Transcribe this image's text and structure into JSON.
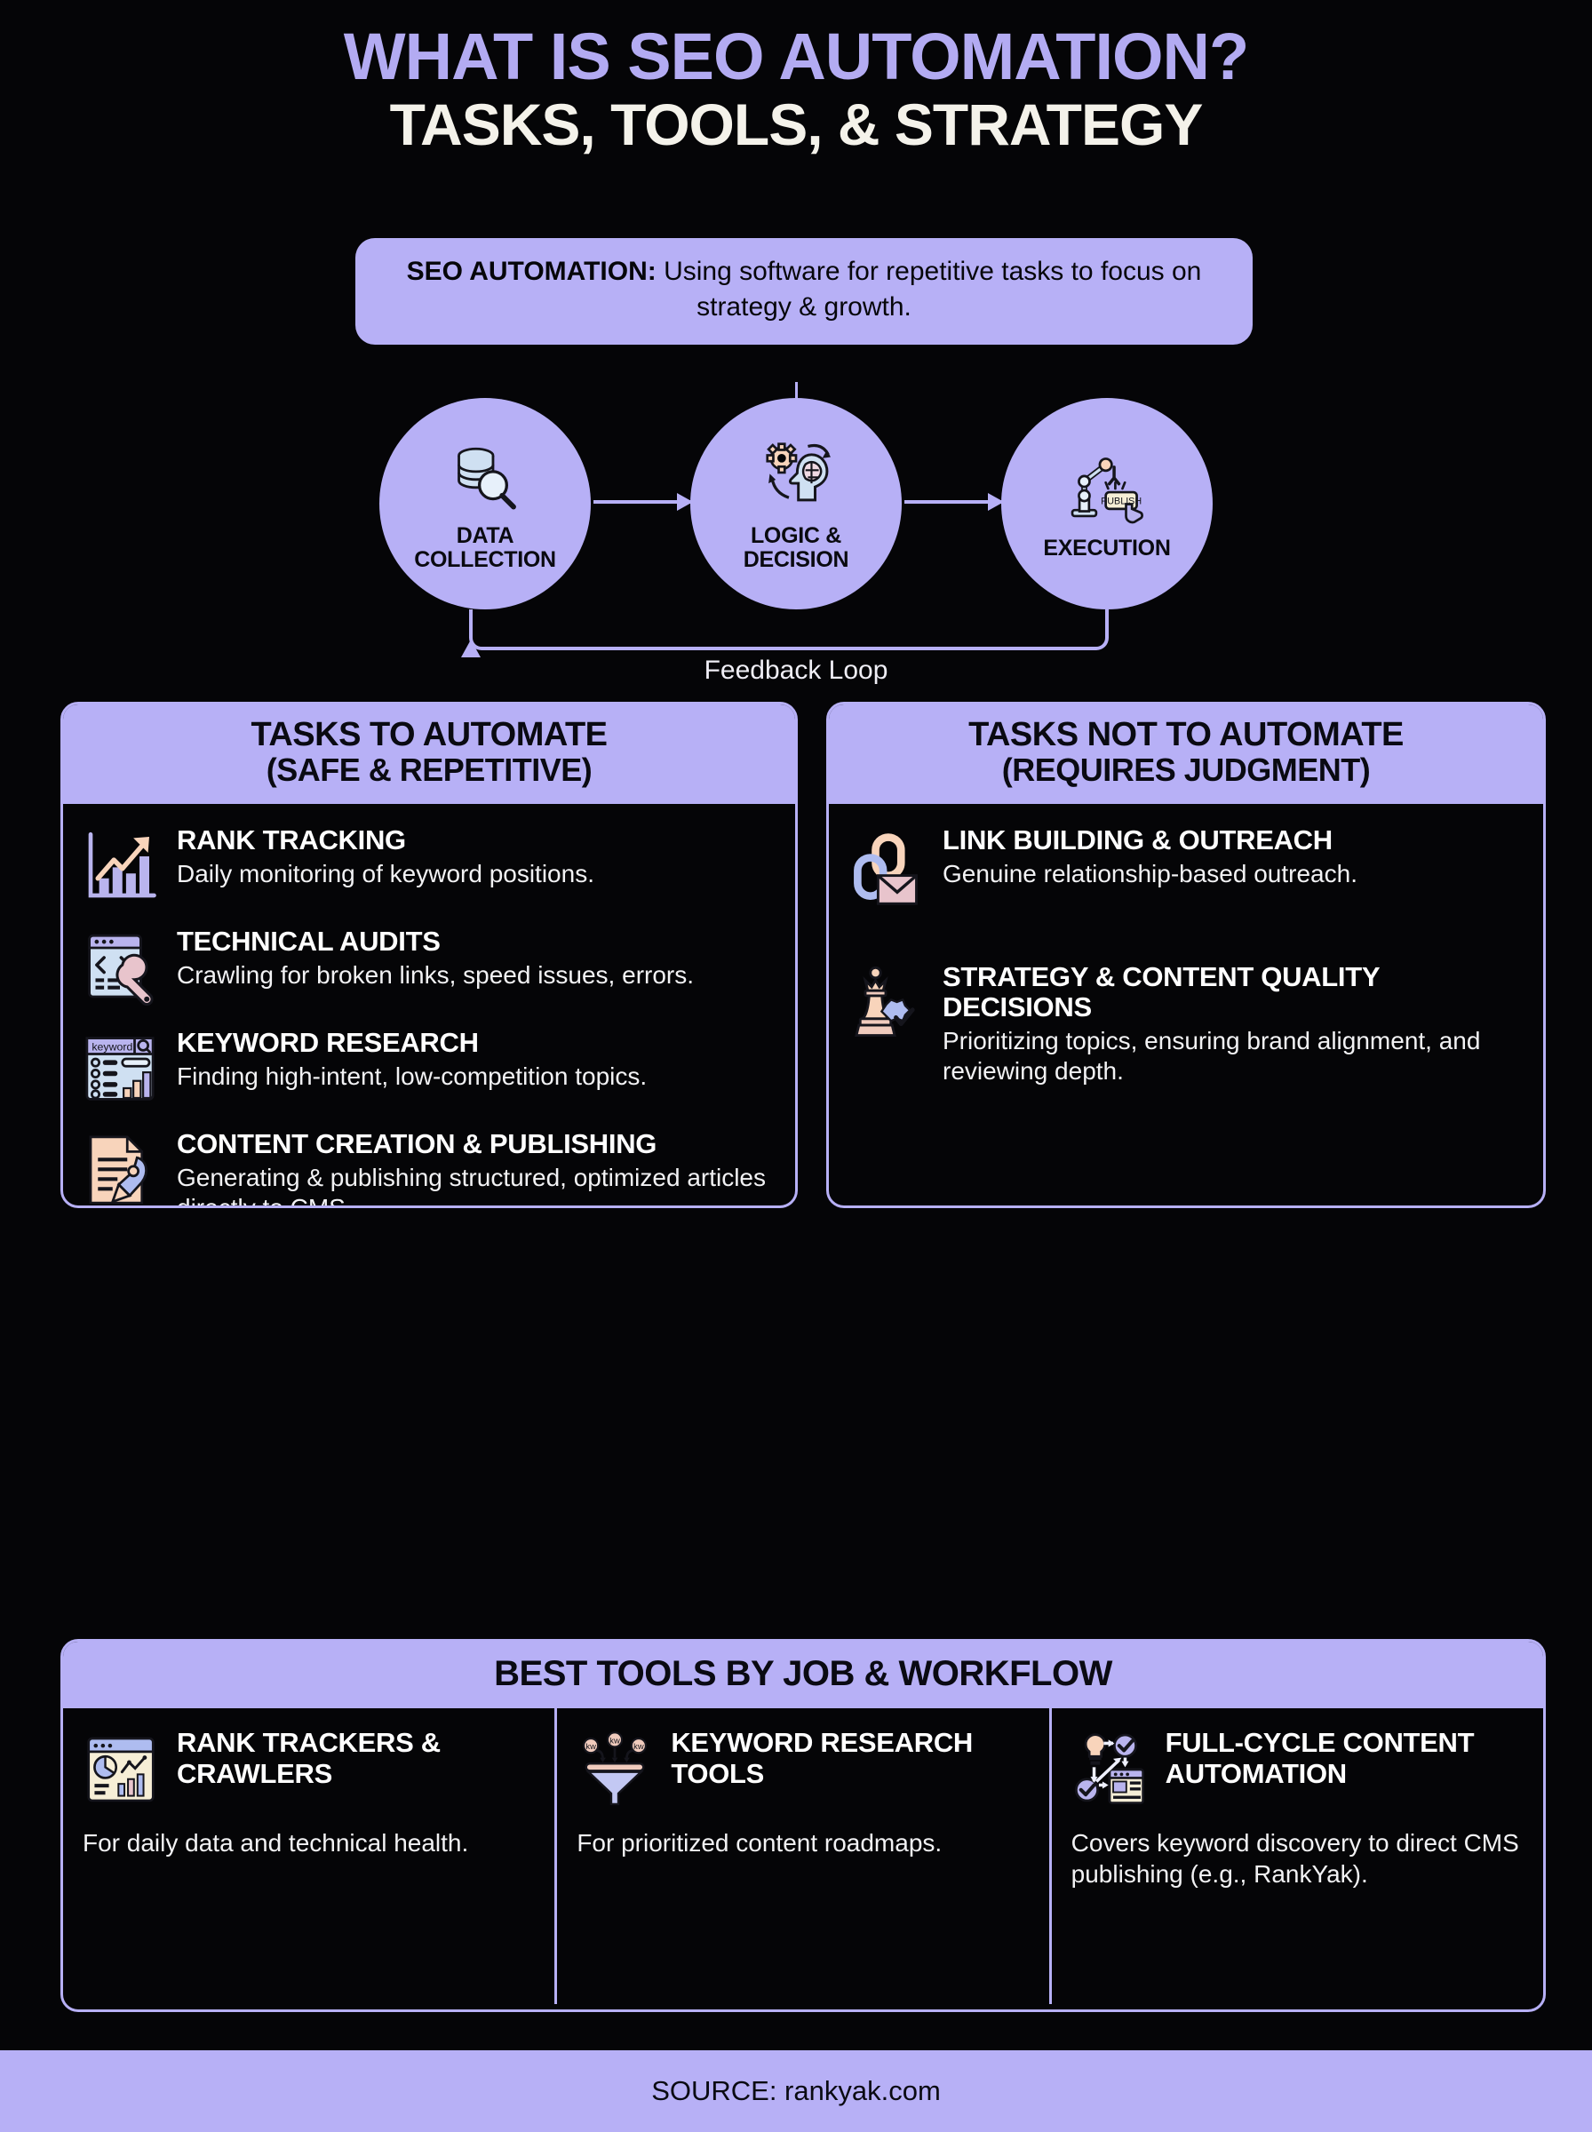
{
  "title": {
    "line1": "WHAT IS SEO AUTOMATION?",
    "line2": "TASKS, TOOLS, & STRATEGY"
  },
  "definition": {
    "label": "SEO AUTOMATION:",
    "body": " Using software for repetitive tasks to focus on strategy & growth."
  },
  "flow": {
    "nodes": [
      {
        "label": "DATA\nCOLLECTION",
        "icon": "database-search-icon"
      },
      {
        "label": "LOGIC &\nDECISION",
        "icon": "gear-brain-icon"
      },
      {
        "label": "EXECUTION",
        "icon": "robot-arm-publish-icon"
      }
    ],
    "feedback_label": "Feedback Loop"
  },
  "panels": [
    {
      "header_line1": "TASKS TO AUTOMATE",
      "header_line2": "(SAFE & REPETITIVE)",
      "items": [
        {
          "title": "RANK TRACKING",
          "desc": "Daily monitoring of keyword positions.",
          "icon": "growth-chart-icon"
        },
        {
          "title": "TECHNICAL AUDITS",
          "desc": "Crawling for broken links, speed issues, errors.",
          "icon": "code-wrench-icon"
        },
        {
          "title": "KEYWORD RESEARCH",
          "desc": "Finding high-intent, low-competition topics.",
          "icon": "keyword-search-panel-icon"
        },
        {
          "title": "CONTENT CREATION & PUBLISHING",
          "desc": "Generating & publishing structured, optimized articles directly to CMS.",
          "icon": "document-rocket-icon"
        }
      ]
    },
    {
      "header_line1": "TASKS NOT TO AUTOMATE",
      "header_line2": "(REQUIRES JUDGMENT)",
      "items": [
        {
          "title": "LINK BUILDING & OUTREACH",
          "desc": "Genuine relationship-based outreach.",
          "icon": "chain-envelope-icon"
        },
        {
          "title": "STRATEGY & CONTENT QUALITY DECISIONS",
          "desc": "Prioritizing topics, ensuring brand alignment, and reviewing depth.",
          "icon": "chess-queen-badge-icon"
        }
      ]
    }
  ],
  "tools": {
    "header": "BEST TOOLS BY JOB & WORKFLOW",
    "columns": [
      {
        "title": "RANK TRACKERS & CRAWLERS",
        "desc": "For daily data and technical health.",
        "icon": "dashboard-analytics-icon"
      },
      {
        "title": "KEYWORD RESEARCH TOOLS",
        "desc": "For prioritized content roadmaps.",
        "icon": "funnel-keywords-icon"
      },
      {
        "title": "FULL-CYCLE CONTENT AUTOMATION",
        "desc": "Covers keyword discovery to direct CMS publishing (e.g., RankYak).",
        "icon": "workflow-cycle-icon"
      }
    ]
  },
  "footer": {
    "source": "SOURCE: rankyak.com"
  },
  "colors": {
    "background": "#050507",
    "accent": "#b7b0f6",
    "title_accent": "#b3abf2",
    "title_white": "#f4f2ea",
    "body_text": "#f2f2f4",
    "icon_peach": "#f8d4bb",
    "icon_blue": "#c5d4ee",
    "icon_lilac": "#b9b4ee",
    "icon_cream": "#f6eed6",
    "icon_pink": "#e8c4cc"
  }
}
